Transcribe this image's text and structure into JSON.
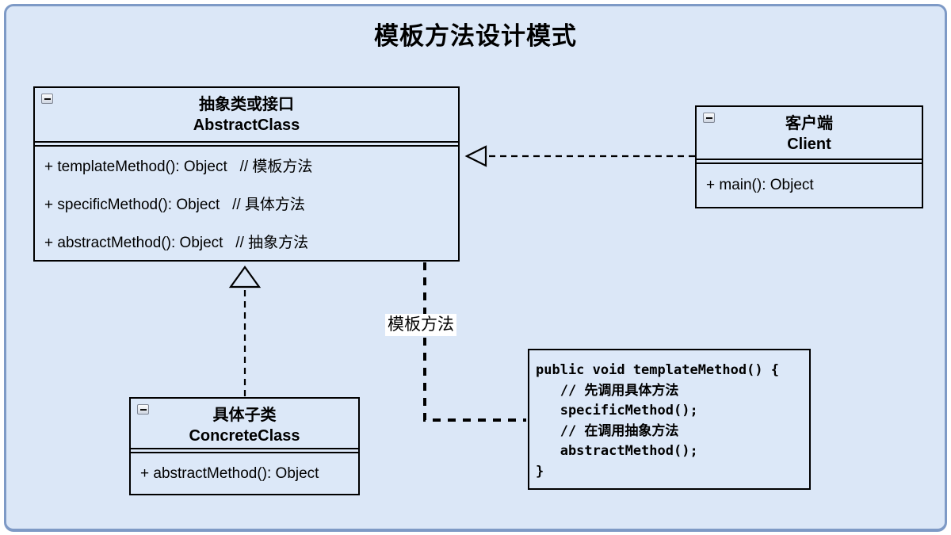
{
  "title": "模板方法设计模式",
  "colors": {
    "canvas_bg": "#dbe7f7",
    "frame_border": "#7e9ac6",
    "box_border": "#000000",
    "label_bg": "#ffffff"
  },
  "classes": {
    "abstract": {
      "name_cn": "抽象类或接口",
      "name_en": "AbstractClass",
      "methods": [
        "+ templateMethod(): Object   // 模板方法",
        "+ specificMethod(): Object   // 具体方法",
        "+ abstractMethod(): Object   // 抽象方法"
      ]
    },
    "client": {
      "name_cn": "客户端",
      "name_en": "Client",
      "methods": [
        "+ main(): Object"
      ]
    },
    "concrete": {
      "name_cn": "具体子类",
      "name_en": "ConcreteClass",
      "methods": [
        "+ abstractMethod(): Object"
      ]
    }
  },
  "connectors": {
    "note_link_label": "模板方法"
  },
  "code_note": {
    "lines": [
      "public void templateMethod() {",
      "   // 先调用具体方法",
      "   specificMethod();",
      "   // 在调用抽象方法",
      "   abstractMethod();",
      "}"
    ]
  }
}
